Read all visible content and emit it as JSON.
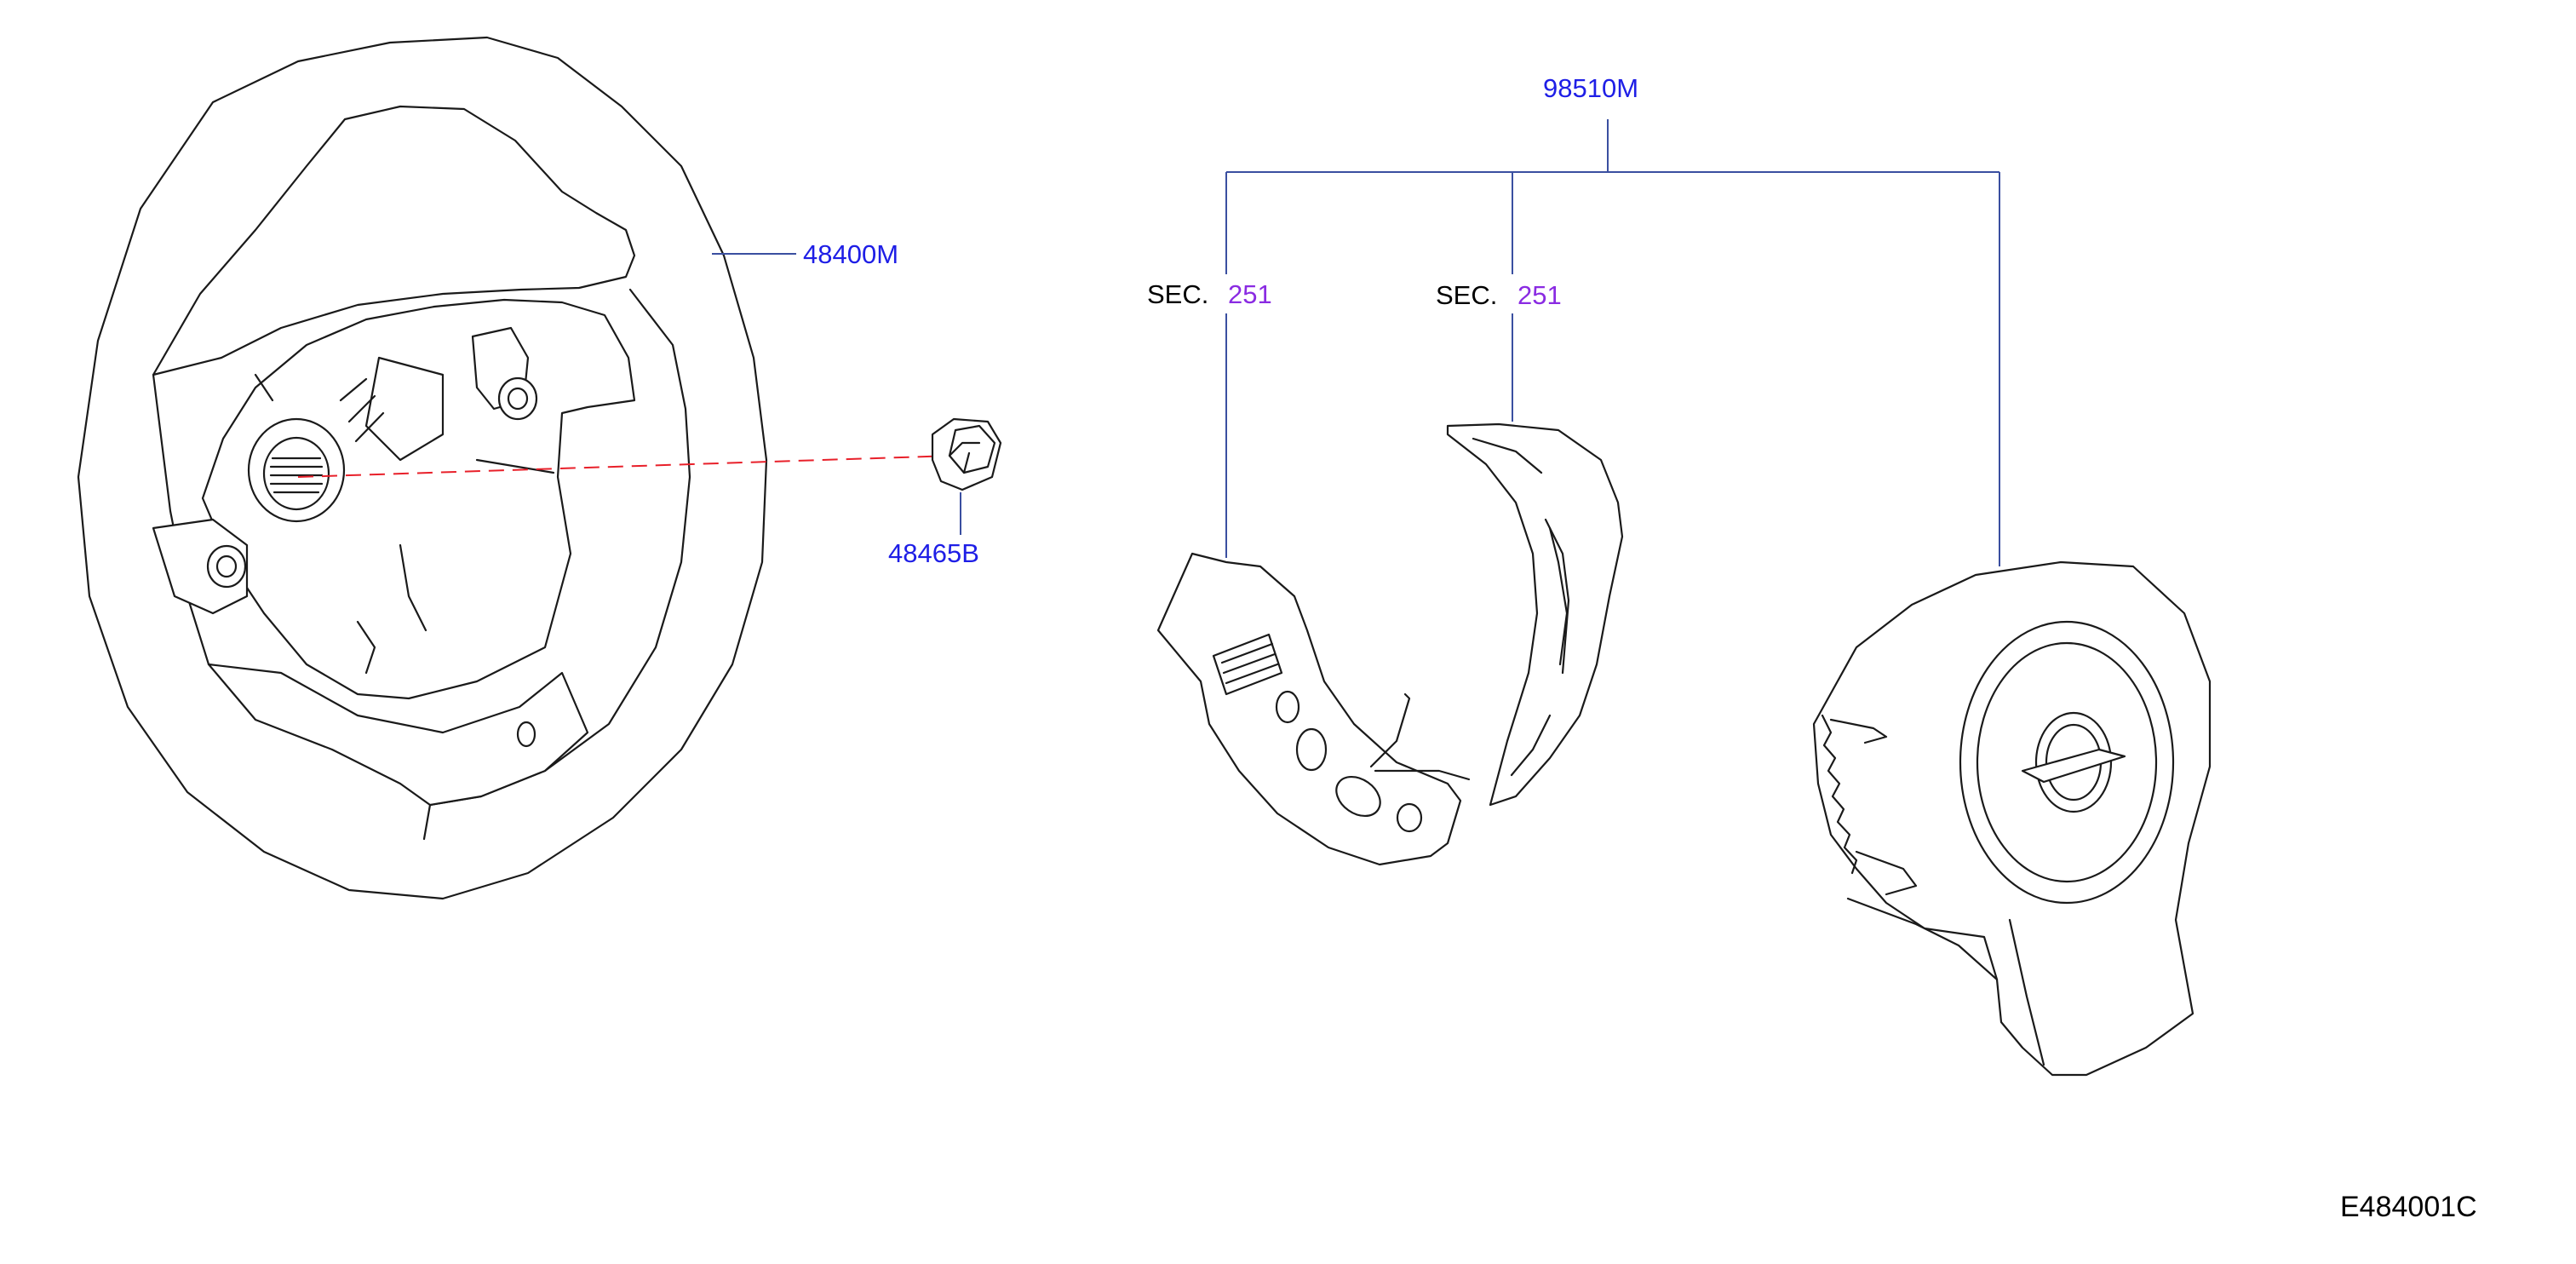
{
  "parts": {
    "steering_wheel": "48400M",
    "nut": "48465B",
    "airbag_assembly": "98510M"
  },
  "section_refs": [
    {
      "prefix": "SEC.",
      "number": "251"
    },
    {
      "prefix": "SEC.",
      "number": "251"
    }
  ],
  "diagram_ref": "E484001C",
  "colors": {
    "part_number": "#1e1ee6",
    "section_number": "#8a2be2",
    "leader_line": "#3a4fa0",
    "centerline": "#e8202a"
  }
}
